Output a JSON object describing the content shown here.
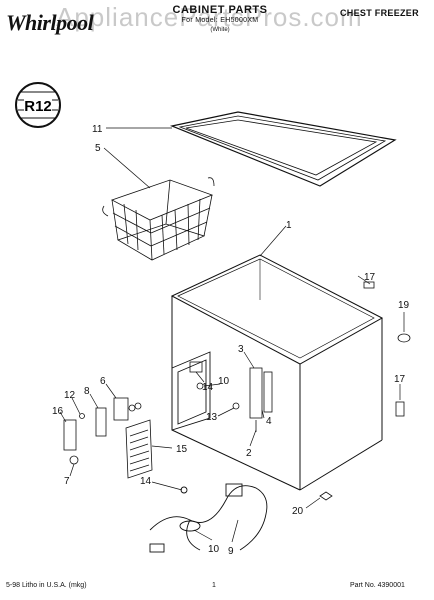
{
  "header": {
    "brand": "Whirlpool",
    "title": "CABINET PARTS",
    "subtitle": "For Model: EH5000XM",
    "version": "(White)",
    "category": "CHEST FREEZER",
    "watermark": "AppliancePartsPros.com"
  },
  "badge": {
    "text": "R12"
  },
  "callouts": [
    "11",
    "5",
    "1",
    "17",
    "19",
    "3",
    "14",
    "10",
    "13",
    "4",
    "12",
    "8",
    "6",
    "16",
    "15",
    "2",
    "17",
    "7",
    "14",
    "20",
    "10",
    "9"
  ],
  "footer": {
    "print_info": "5-98 Litho in U.S.A. (mkg)",
    "page": "1",
    "part_no": "Part No. 4390001"
  }
}
